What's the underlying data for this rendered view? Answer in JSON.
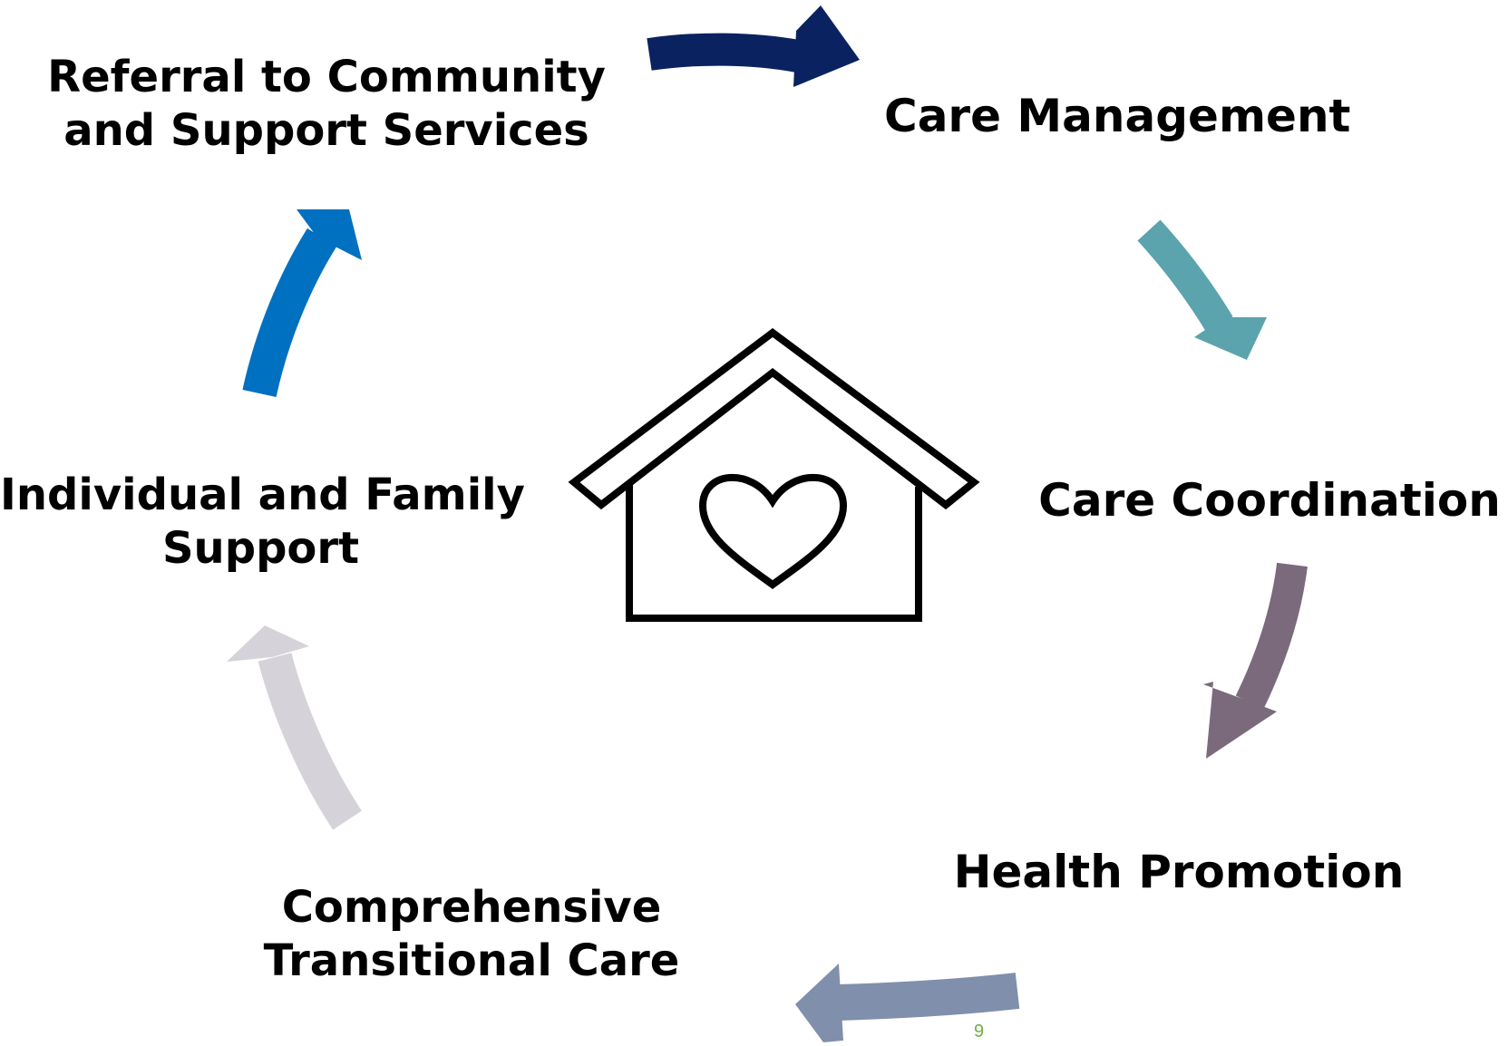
{
  "diagram": {
    "nodes": [
      {
        "id": "referral",
        "lines": [
          "Referral to Community",
          "and Support Services"
        ]
      },
      {
        "id": "care_management",
        "lines": [
          "Care Management"
        ]
      },
      {
        "id": "care_coordination",
        "lines": [
          "Care Coordination"
        ]
      },
      {
        "id": "health_promotion",
        "lines": [
          "Health Promotion"
        ]
      },
      {
        "id": "comprehensive",
        "lines": [
          "Comprehensive",
          "Transitional Care"
        ]
      },
      {
        "id": "individual",
        "lines": [
          "Individual and Family",
          "Support"
        ]
      }
    ],
    "edges": [
      {
        "from": "referral",
        "to": "care_management",
        "color": "#0b2260"
      },
      {
        "from": "care_management",
        "to": "care_coordination",
        "color": "#5ba3ad"
      },
      {
        "from": "care_coordination",
        "to": "health_promotion",
        "color": "#7a6a7b"
      },
      {
        "from": "health_promotion",
        "to": "comprehensive",
        "color": "#7f8fac"
      },
      {
        "from": "comprehensive",
        "to": "individual",
        "color": "#d6d2d9"
      },
      {
        "from": "individual",
        "to": "referral",
        "color": "#0070c0"
      }
    ],
    "center_icon": "house-heart-icon"
  },
  "page_number": "9",
  "page_number_color": "#70ad47"
}
